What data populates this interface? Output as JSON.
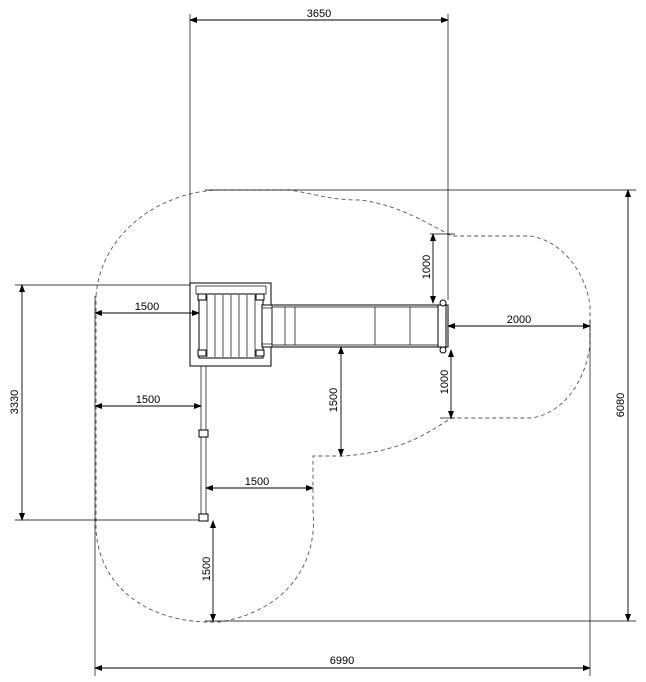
{
  "drawing": {
    "dimensions": {
      "overall_width": "3650",
      "total_width": "6990",
      "total_height": "6080",
      "structure_height": "3330",
      "clearance_left_platform": "1500",
      "clearance_left_lower": "1500",
      "clearance_ladder_right": "1500",
      "clearance_bottom": "1500",
      "clearance_slide_down": "1500",
      "clearance_slide_end": "2000",
      "clearance_slide_top": "1000",
      "clearance_slide_bottom": "1000"
    }
  }
}
